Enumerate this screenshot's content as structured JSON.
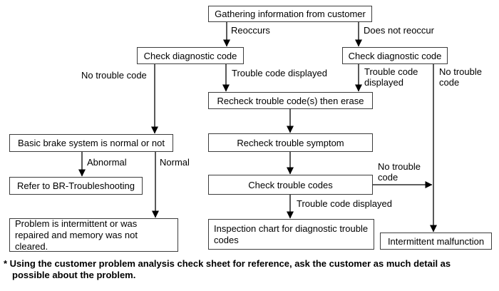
{
  "nodes": {
    "gathering": "Gathering information from customer",
    "check_left": "Check diagnostic code",
    "check_right": "Check diagnostic code",
    "recheck_erase": "Recheck trouble code(s) then erase",
    "recheck_symptom": "Recheck trouble symptom",
    "check_codes": "Check trouble codes",
    "basic_brake": "Basic brake system is normal or not",
    "refer_br": "Refer to BR-Troubleshooting",
    "problem_intermittent": "Problem is intermittent or was repaired and memory was not cleared.",
    "inspection_chart": "Inspection chart for diagnostic trouble codes",
    "intermittent_malfunction": "Intermittent malfunction"
  },
  "edge_labels": {
    "reoccurs": "Reoccurs",
    "does_not_reoccur": "Does not reoccur",
    "no_trouble_code_left": "No trouble code",
    "trouble_code_displayed_left": "Trouble code displayed",
    "trouble_code_displayed_right": "Trouble code displayed",
    "no_trouble_code_right": "No trouble code",
    "abnormal": "Abnormal",
    "normal": "Normal",
    "trouble_code_displayed_bottom": "Trouble code displayed",
    "no_trouble_code_middle": "No trouble code"
  },
  "footnote": {
    "line1": "* Using the customer problem analysis check sheet for reference, ask the customer as much detail as",
    "line2": "possible about the problem."
  },
  "colors": {
    "background": "#ffffff",
    "line": "#000000",
    "box_border": "#3d3d3d",
    "text": "#000000"
  }
}
